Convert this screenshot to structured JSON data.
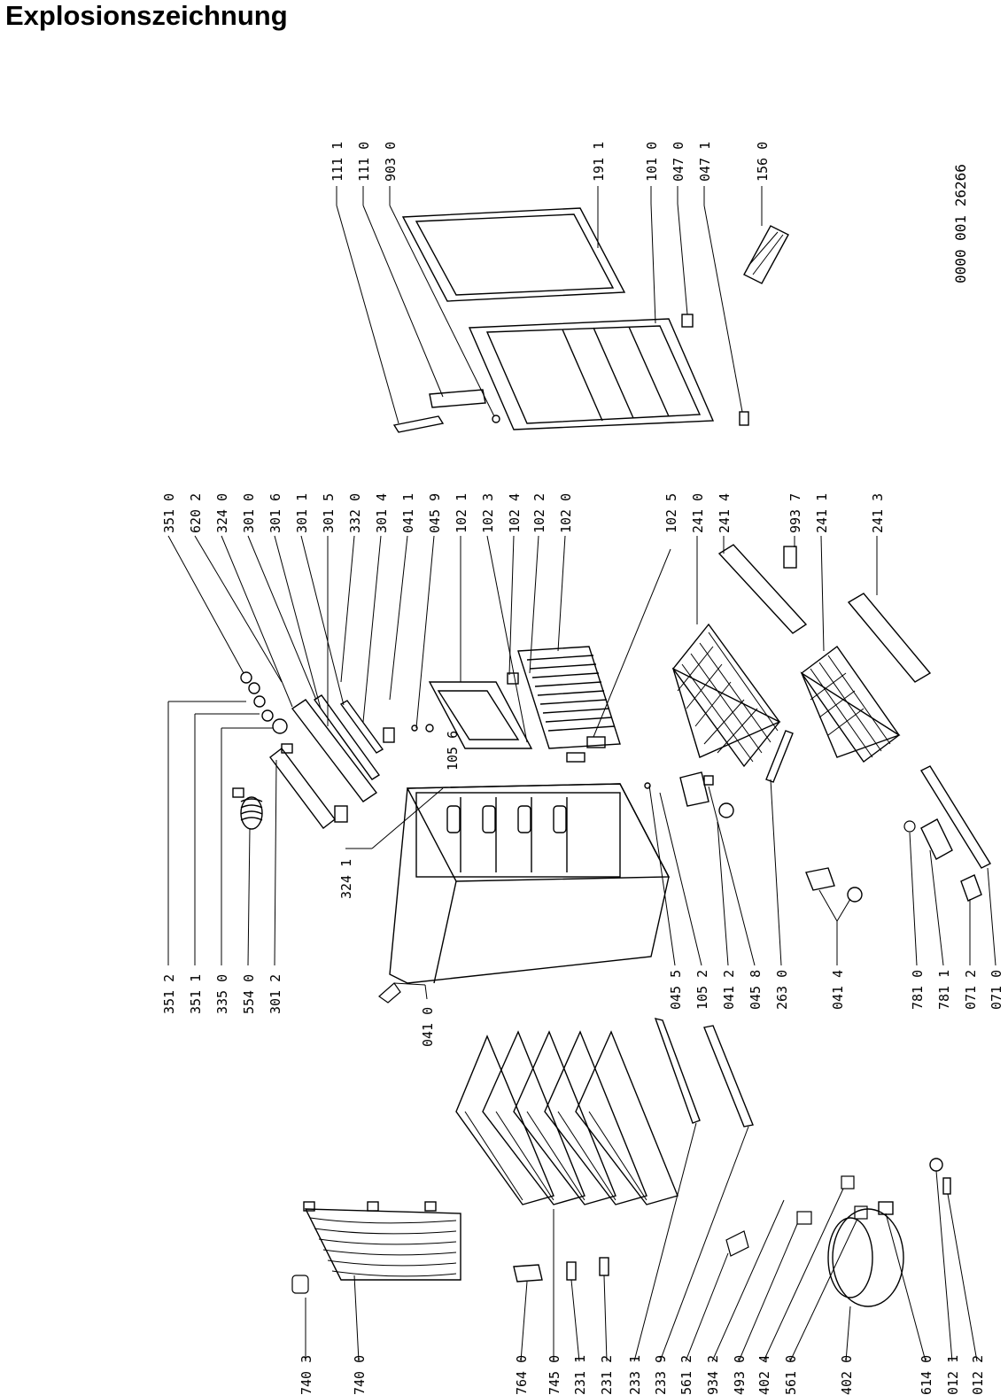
{
  "title": "Explosionszeichnung",
  "drawing_code": "0000 001 26266",
  "labels": [
    {
      "id": "740-3",
      "text": "740 3"
    },
    {
      "id": "740-0",
      "text": "740 0"
    },
    {
      "id": "764-0",
      "text": "764 0"
    },
    {
      "id": "745-0",
      "text": "745 0"
    },
    {
      "id": "231-1",
      "text": "231 1"
    },
    {
      "id": "231-2",
      "text": "231 2"
    },
    {
      "id": "233-1",
      "text": "233 1"
    },
    {
      "id": "233-9",
      "text": "233 9"
    },
    {
      "id": "561-2",
      "text": "561 2"
    },
    {
      "id": "934-2",
      "text": "934 2"
    },
    {
      "id": "493-0",
      "text": "493 0"
    },
    {
      "id": "402-4",
      "text": "402 4"
    },
    {
      "id": "561-0",
      "text": "561 0"
    },
    {
      "id": "402-0",
      "text": "402 0"
    },
    {
      "id": "614-0",
      "text": "614 0"
    },
    {
      "id": "012-1",
      "text": "012 1"
    },
    {
      "id": "012-2",
      "text": "012 2"
    },
    {
      "id": "351-2",
      "text": "351 2"
    },
    {
      "id": "351-1",
      "text": "351 1"
    },
    {
      "id": "335-0",
      "text": "335 0"
    },
    {
      "id": "554-0",
      "text": "554 0"
    },
    {
      "id": "301-2",
      "text": "301 2"
    },
    {
      "id": "041-0",
      "text": "041 0"
    },
    {
      "id": "324-1",
      "text": "324 1"
    },
    {
      "id": "105-6",
      "text": "105 6"
    },
    {
      "id": "045-5",
      "text": "045 5"
    },
    {
      "id": "105-2",
      "text": "105 2"
    },
    {
      "id": "041-2",
      "text": "041 2"
    },
    {
      "id": "045-8",
      "text": "045 8"
    },
    {
      "id": "263-0",
      "text": "263 0"
    },
    {
      "id": "041-4",
      "text": "041 4"
    },
    {
      "id": "781-0",
      "text": "781 0"
    },
    {
      "id": "781-1",
      "text": "781 1"
    },
    {
      "id": "071-2",
      "text": "071 2"
    },
    {
      "id": "071-0",
      "text": "071 0"
    },
    {
      "id": "351-0",
      "text": "351 0"
    },
    {
      "id": "620-2",
      "text": "620 2"
    },
    {
      "id": "324-0",
      "text": "324 0"
    },
    {
      "id": "301-0",
      "text": "301 0"
    },
    {
      "id": "301-6",
      "text": "301 6"
    },
    {
      "id": "301-1",
      "text": "301 1"
    },
    {
      "id": "301-5",
      "text": "301 5"
    },
    {
      "id": "332-0",
      "text": "332 0"
    },
    {
      "id": "301-4",
      "text": "301 4"
    },
    {
      "id": "041-1",
      "text": "041 1"
    },
    {
      "id": "045-9",
      "text": "045 9"
    },
    {
      "id": "102-1",
      "text": "102 1"
    },
    {
      "id": "102-3",
      "text": "102 3"
    },
    {
      "id": "102-4",
      "text": "102 4"
    },
    {
      "id": "102-2",
      "text": "102 2"
    },
    {
      "id": "102-0",
      "text": "102 0"
    },
    {
      "id": "102-5",
      "text": "102 5"
    },
    {
      "id": "241-0",
      "text": "241 0"
    },
    {
      "id": "241-4",
      "text": "241 4"
    },
    {
      "id": "993-7",
      "text": "993 7"
    },
    {
      "id": "241-1",
      "text": "241 1"
    },
    {
      "id": "241-3",
      "text": "241 3"
    },
    {
      "id": "111-1",
      "text": "111 1"
    },
    {
      "id": "111-0",
      "text": "111 0"
    },
    {
      "id": "903-0",
      "text": "903 0"
    },
    {
      "id": "191-1",
      "text": "191 1"
    },
    {
      "id": "101-0",
      "text": "101 0"
    },
    {
      "id": "047-0",
      "text": "047 0"
    },
    {
      "id": "047-1",
      "text": "047 1"
    },
    {
      "id": "156-0",
      "text": "156 0"
    }
  ]
}
